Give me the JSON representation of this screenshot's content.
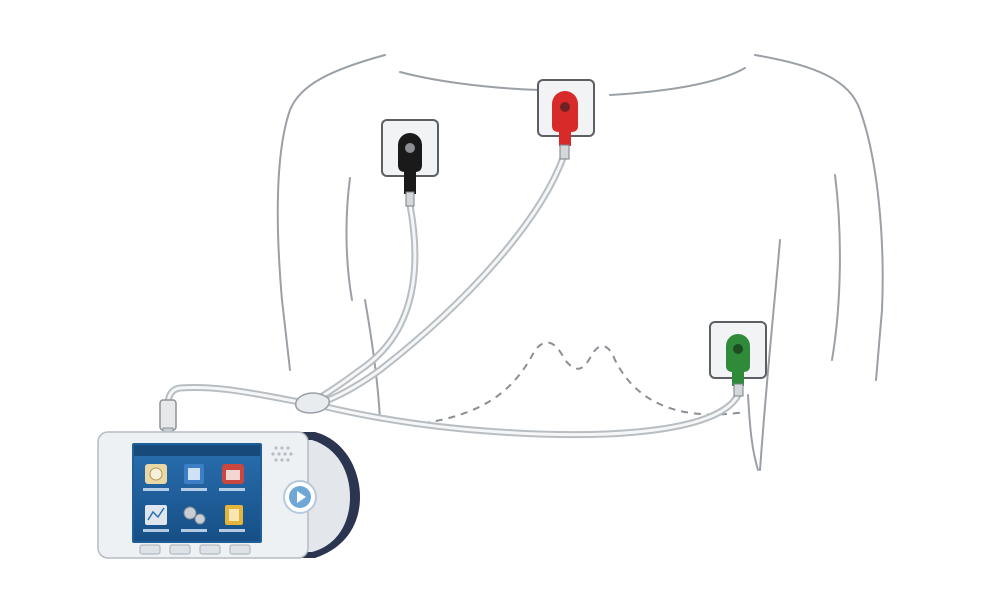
{
  "scene": {
    "subject": "torso-outline",
    "device": {
      "screen_title": "",
      "menu_items": [
        {
          "icon": "ecg-record-icon",
          "label": ""
        },
        {
          "icon": "files-icon",
          "label": ""
        },
        {
          "icon": "calendar-icon",
          "label": ""
        },
        {
          "icon": "chart-icon",
          "label": ""
        },
        {
          "icon": "settings-icon",
          "label": ""
        },
        {
          "icon": "battery-icon",
          "label": ""
        }
      ],
      "button_labels": [
        "",
        "",
        "",
        ""
      ],
      "start_button_icon": "play-icon"
    },
    "electrodes": [
      {
        "name": "right-arm-electrode",
        "color": "#1a1a1a"
      },
      {
        "name": "left-arm-electrode",
        "color": "#d92a2a"
      },
      {
        "name": "left-leg-electrode",
        "color": "#2f8a3a"
      }
    ],
    "colors": {
      "outline": "#9aa0a6",
      "cable": "#c8cccf",
      "screen": "#1e5f9a",
      "device_body": "#eef1f4",
      "device_bezel": "#2b3550"
    }
  }
}
